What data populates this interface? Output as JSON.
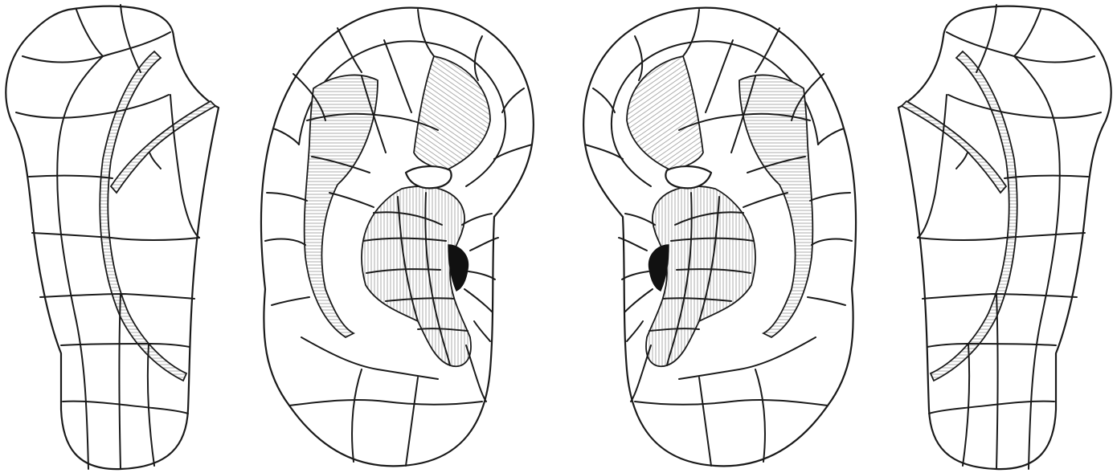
{
  "figure": {
    "views": [
      {
        "name": "ear-back-left",
        "kind": "posterior"
      },
      {
        "name": "ear-front-left",
        "kind": "anterior"
      },
      {
        "name": "ear-front-right",
        "kind": "anterior"
      },
      {
        "name": "ear-back-right",
        "kind": "posterior"
      }
    ],
    "colors": {
      "line": "#1a1a1a",
      "hatch": "#8a8a8a",
      "canal": "#111111",
      "background": "#ffffff"
    }
  }
}
